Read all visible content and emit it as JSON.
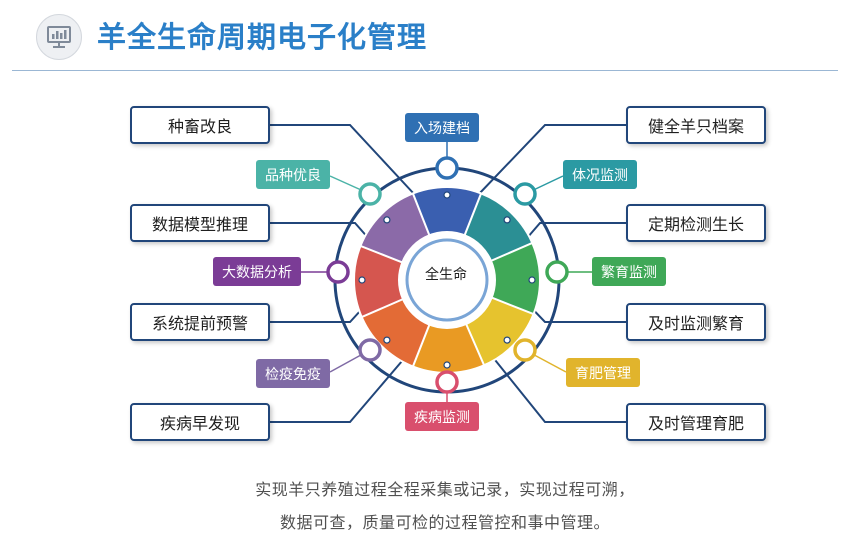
{
  "header": {
    "title": "羊全生命周期电子化管理",
    "icon": "presentation-chart-icon"
  },
  "center": {
    "label": "全生命"
  },
  "left_boxes": [
    {
      "id": "breed",
      "label": "种畜改良"
    },
    {
      "id": "model",
      "label": "数据模型推理"
    },
    {
      "id": "warning",
      "label": "系统提前预警"
    },
    {
      "id": "disease",
      "label": "疾病早发现"
    }
  ],
  "right_boxes": [
    {
      "id": "archive",
      "label": "健全羊只档案"
    },
    {
      "id": "growth",
      "label": "定期检测生长"
    },
    {
      "id": "breeding",
      "label": "及时监测繁育"
    },
    {
      "id": "fatten",
      "label": "及时管理育肥"
    }
  ],
  "tags": [
    {
      "id": "entry",
      "label": "入场建档",
      "color": "#2f70b3"
    },
    {
      "id": "body",
      "label": "体况监测",
      "color": "#2b9aa3"
    },
    {
      "id": "breedmon",
      "label": "繁育监测",
      "color": "#3fa857"
    },
    {
      "id": "fattenmgmt",
      "label": "育肥管理",
      "color": "#e1b42c"
    },
    {
      "id": "diseasemon",
      "label": "疾病监测",
      "color": "#d94f6d"
    },
    {
      "id": "quarantine",
      "label": "检疫免疫",
      "color": "#7f6aa5"
    },
    {
      "id": "bigdata",
      "label": "大数据分析",
      "color": "#7b3c96"
    },
    {
      "id": "variety",
      "label": "品种优良",
      "color": "#4bb3a7"
    }
  ],
  "ring_colors": [
    "#3a5fb0",
    "#2b8f94",
    "#3fa857",
    "#e6c32e",
    "#e99a23",
    "#e36b36",
    "#d5564f",
    "#8b6aa8"
  ],
  "caption": {
    "line1": "实现羊只养殖过程全程采集或记录，实现过程可溯，",
    "line2": "数据可查，质量可检的过程管控和事中管理。"
  }
}
